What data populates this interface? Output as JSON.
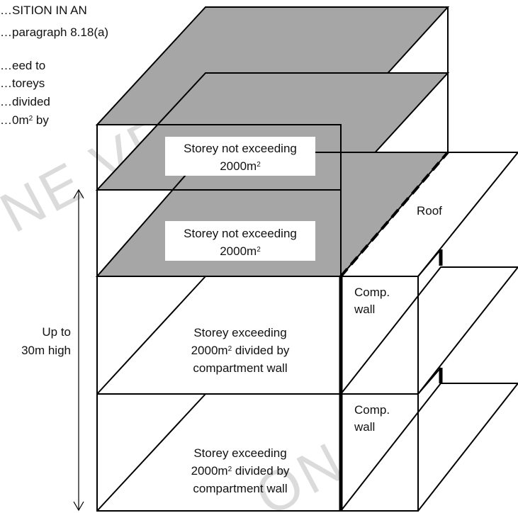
{
  "caption": {
    "line1": "…SITION IN AN",
    "line2": "…paragraph 8.18(a)",
    "line3": "…eed to",
    "line4": "…toreys",
    "line5": "…divided",
    "line6a": "…0m",
    "line6sup": "2",
    "line6b": " by"
  },
  "labels": {
    "storey_top_l1": "Storey not exceeding",
    "storey_top_l2": "2000m",
    "storey_top_sup": "2",
    "storey_mid_l1": "Storey not exceeding",
    "storey_mid_l2": "2000m",
    "storey_mid_sup": "2",
    "storey_low_l1": "Storey exceeding",
    "storey_low_l2a": "2000m",
    "storey_low_sup": "2",
    "storey_low_l2b": " divided by",
    "storey_low_l3": "compartment wall",
    "storey_bottom_l1": "Storey exceeding",
    "storey_bottom_l2a": "2000m",
    "storey_bottom_sup": "2",
    "storey_bottom_l2b": " divided by",
    "storey_bottom_l3": "compartment wall",
    "roof": "Roof",
    "comp_wall_1a": "Comp.",
    "comp_wall_1b": "wall",
    "comp_wall_2a": "Comp.",
    "comp_wall_2b": "wall",
    "height_l1": "Up to",
    "height_l2": "30m high"
  },
  "watermark": {
    "text1": "NE VERSION",
    "text2": "ON"
  },
  "colors": {
    "line": "#000000",
    "shade": "#a6a6a6",
    "label_box": "#ffffff",
    "watermark": "#bdbdbd"
  }
}
